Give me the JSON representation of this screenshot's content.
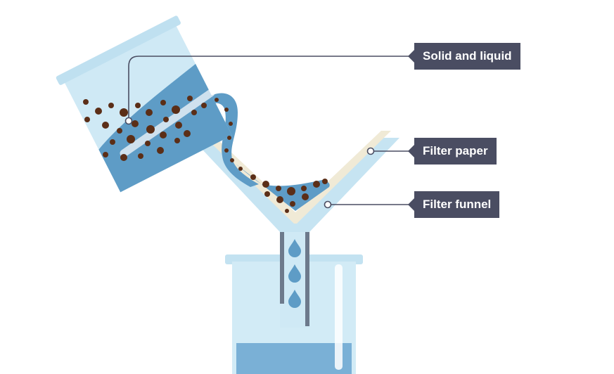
{
  "labels": {
    "solid_and_liquid": "Solid and liquid",
    "filter_paper": "Filter paper",
    "filter_funnel": "Filter funnel"
  },
  "colors": {
    "glass": "#cfe9f5",
    "glass_edge": "#b6dcee",
    "liquid": "#5e9cc6",
    "liquid_light": "#7ab0d6",
    "solid_particles": "#5b2e17",
    "filter_paper": "#f0ead6",
    "stem": "#6d7a8c",
    "label_bg": "#4a4d62",
    "leader_line": "#4a4d62"
  }
}
